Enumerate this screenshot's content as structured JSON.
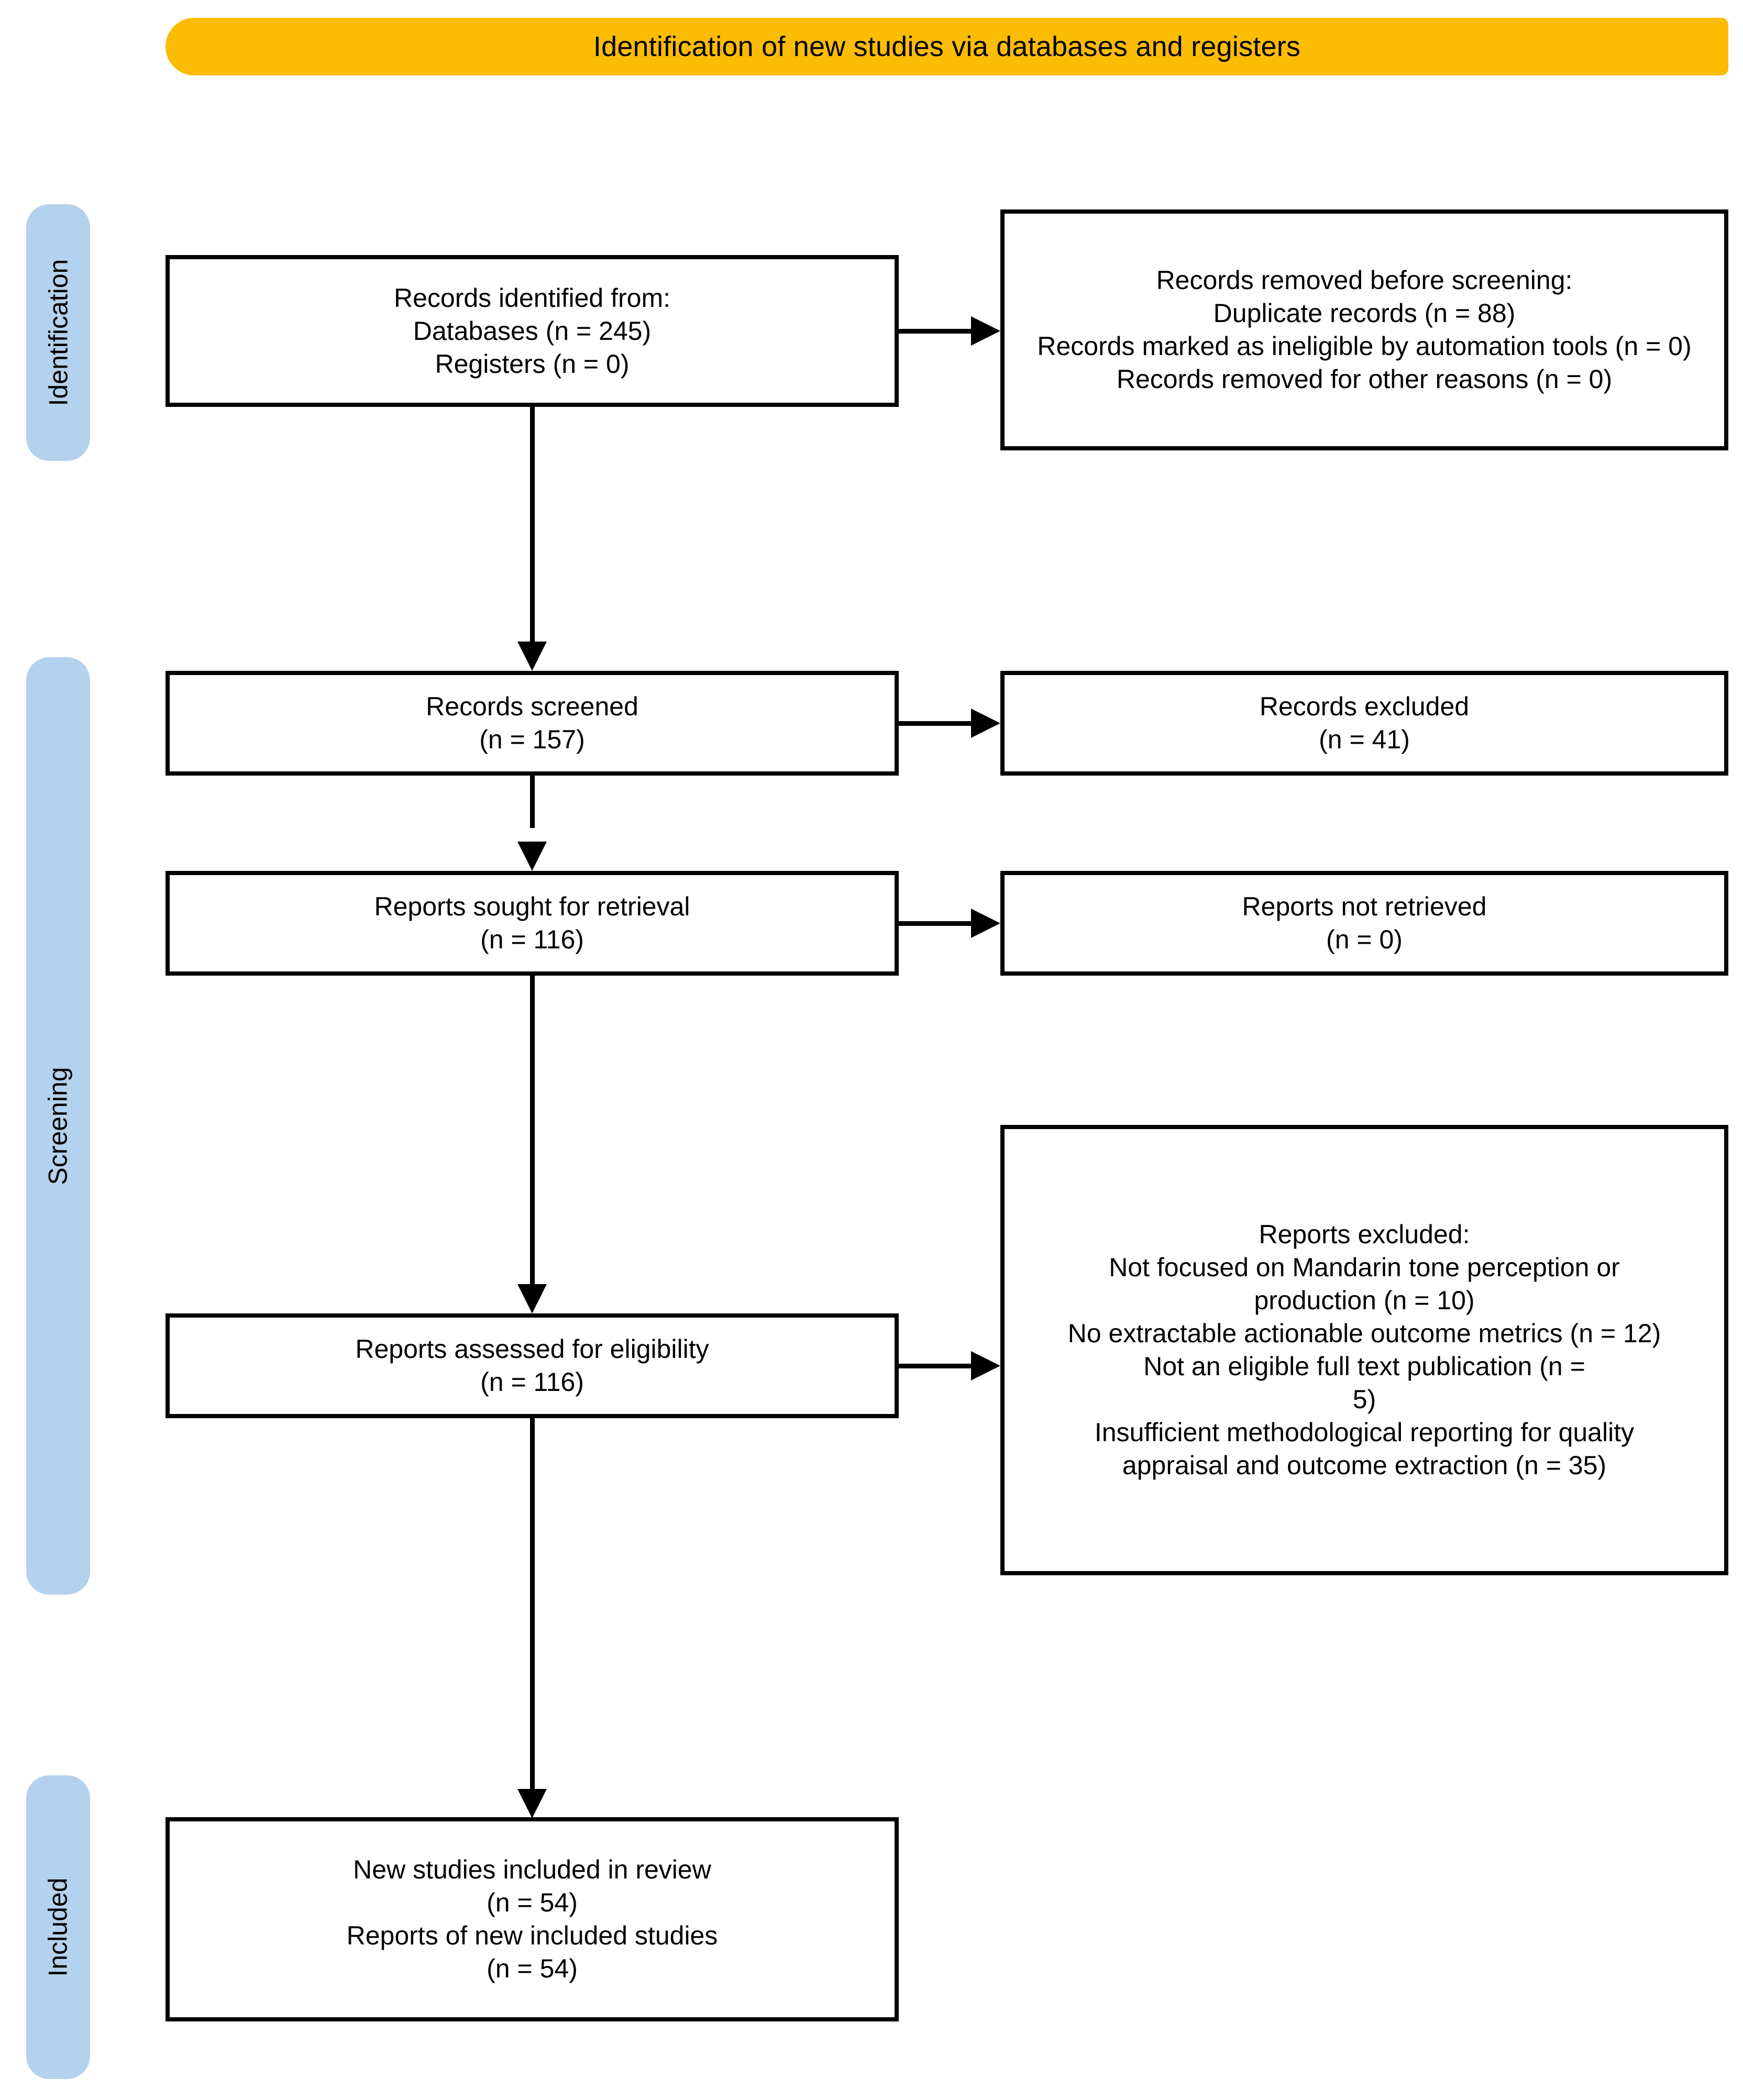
{
  "banner": {
    "title": "Identification of new studies via databases and registers",
    "color": "#FBBC04"
  },
  "stages": {
    "color": "#B4D2ED",
    "items": [
      {
        "label": "Identification"
      },
      {
        "label": "Screening"
      },
      {
        "label": "Included"
      }
    ]
  },
  "boxes": {
    "identified": {
      "lines": [
        "Records identified from:",
        "Databases (n = 245)",
        "Registers (n = 0)"
      ]
    },
    "removed_before_screening": {
      "lines": [
        "Records removed before screening:",
        "Duplicate records (n = 88)",
        "Records marked as ineligible by automation tools (n = 0)",
        "Records removed for other reasons (n = 0)"
      ]
    },
    "records_screened": {
      "lines": [
        "Records screened",
        "(n = 157)"
      ]
    },
    "records_excluded": {
      "lines": [
        "Records excluded",
        "(n = 41)"
      ]
    },
    "reports_sought": {
      "lines": [
        "Reports sought for retrieval",
        "(n = 116)"
      ]
    },
    "reports_not_retrieved": {
      "lines": [
        "Reports not retrieved",
        "(n = 0)"
      ]
    },
    "reports_assessed": {
      "lines": [
        "Reports assessed for eligibility",
        "(n = 116)"
      ]
    },
    "reports_excluded": {
      "lines": [
        "Reports excluded:",
        "Not focused on Mandarin tone perception or production (n = 10)",
        "No extractable actionable outcome metrics (n = 12)",
        "Not an eligible full text publication (n = 5)",
        "Insufficient methodological reporting for quality appraisal and outcome extraction (n = 35)"
      ]
    },
    "included": {
      "lines": [
        "New studies included in review",
        "(n = 54)",
        "Reports of new included studies",
        "(n = 54)"
      ]
    }
  }
}
